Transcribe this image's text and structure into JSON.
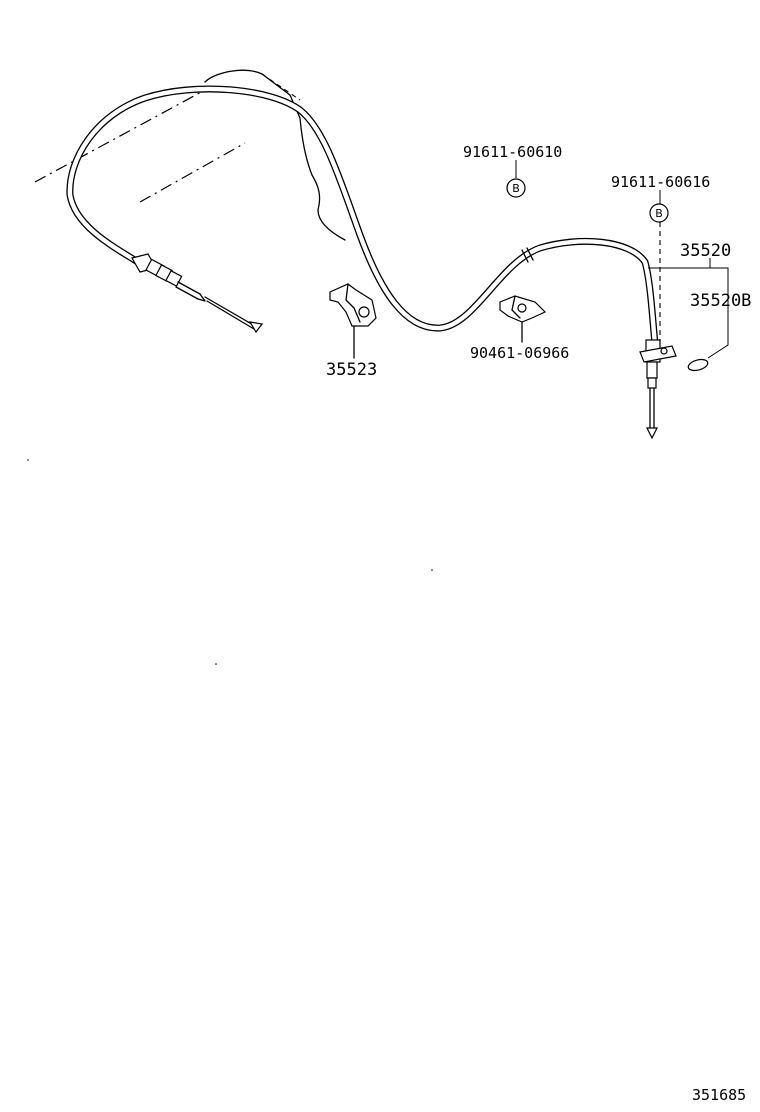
{
  "parts": {
    "bolt_top": "91611-60610",
    "bolt_right": "91611-60616",
    "cable_assy": "35520",
    "cable_sub": "35520B",
    "clamp_left": "35523",
    "clamp_mid": "90461-06966"
  },
  "badge_letter": "B",
  "figure_number": "351685"
}
